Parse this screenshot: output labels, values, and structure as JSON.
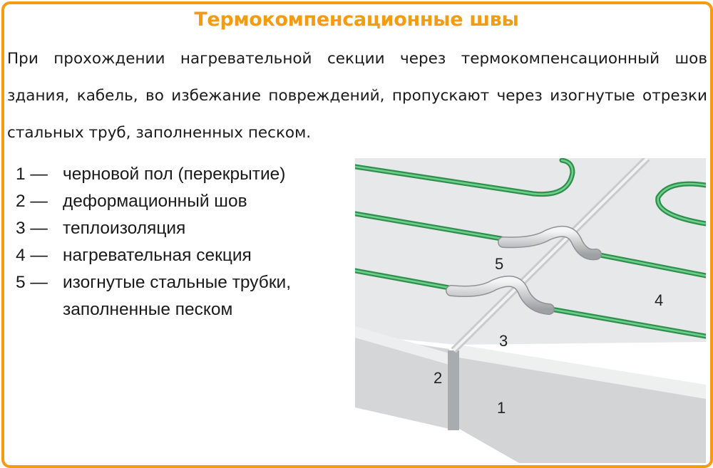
{
  "title": "Термокомпенсационные швы",
  "paragraph": {
    "line1": "При прохождении нагревательной секции через термокомпенсационный шов",
    "line2": "здания, кабель, во избежание повреждений, пропускают через изогнутые отрезки",
    "line3": "стальных труб, заполненных песком."
  },
  "legend": [
    {
      "num": "1 —",
      "text": "черновой пол (перекрытие)"
    },
    {
      "num": "2 —",
      "text": "деформационный шов"
    },
    {
      "num": "3 —",
      "text": "теплоизоляция"
    },
    {
      "num": "4 —",
      "text": "нагревательная секция"
    },
    {
      "num": "5 —",
      "text": "изогнутые стальные трубки,",
      "continuation": "заполненные песком"
    }
  ],
  "figure": {
    "labels": {
      "l1": "1",
      "l2": "2",
      "l3": "3",
      "l4": "4",
      "l5": "5"
    }
  },
  "colors": {
    "accent": "#f39c12",
    "cable": "#3aa860",
    "slab": "#e6e8e9",
    "slab_side": "#d2d4d5"
  }
}
